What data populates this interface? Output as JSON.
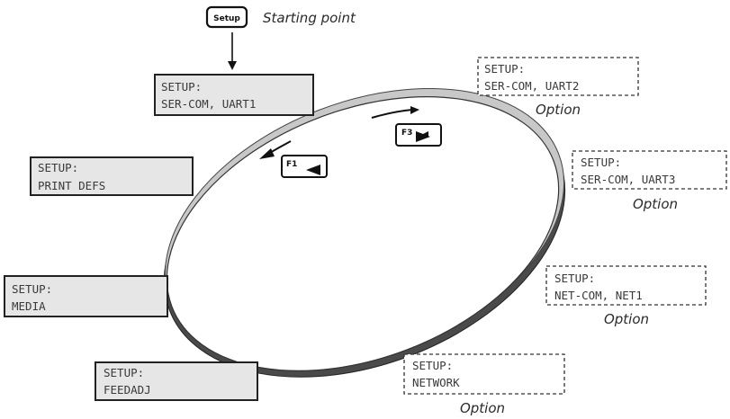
{
  "start": {
    "key_label": "Setup",
    "caption": "Starting point"
  },
  "keys": {
    "f1": "F1",
    "f3": "F3"
  },
  "menus": [
    {
      "line1": "SETUP:",
      "line2": "SER-COM, UART1",
      "optional": false
    },
    {
      "line1": "SETUP:",
      "line2": "SER-COM, UART2",
      "optional": true,
      "caption": "Option"
    },
    {
      "line1": "SETUP:",
      "line2": "PRINT DEFS",
      "optional": false
    },
    {
      "line1": "SETUP:",
      "line2": "SER-COM, UART3",
      "optional": true,
      "caption": "Option"
    },
    {
      "line1": "SETUP:",
      "line2": "MEDIA",
      "optional": false
    },
    {
      "line1": "SETUP:",
      "line2": "NET-COM, NET1",
      "optional": true,
      "caption": "Option"
    },
    {
      "line1": "SETUP:",
      "line2": "FEEDADJ",
      "optional": false
    },
    {
      "line1": "SETUP:",
      "line2": "NETWORK",
      "optional": true,
      "caption": "Option"
    }
  ]
}
